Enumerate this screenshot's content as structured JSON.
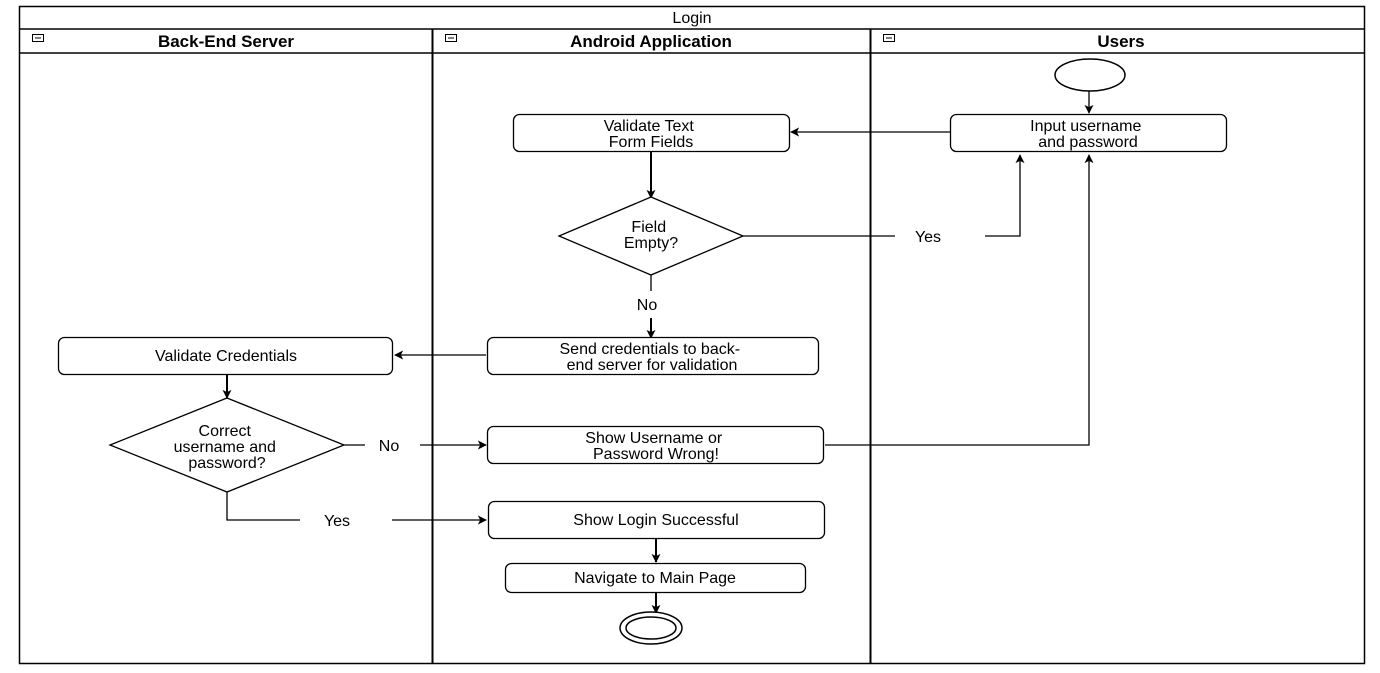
{
  "diagram": {
    "title": "Login",
    "lanes": [
      {
        "id": "server",
        "label": "Back-End Server"
      },
      {
        "id": "android",
        "label": "Android Application"
      },
      {
        "id": "users",
        "label": "Users"
      }
    ],
    "nodes": {
      "input": {
        "lines": [
          "Input username",
          "and password"
        ]
      },
      "validate_fields": {
        "lines": [
          "Validate Text",
          "Form Fields"
        ]
      },
      "field_empty": {
        "lines": [
          "Field",
          "Empty?"
        ]
      },
      "send_credentials": {
        "lines": [
          "Send credentials to back-",
          "end server for validation"
        ]
      },
      "validate_credentials": {
        "lines": [
          "Validate Credentials"
        ]
      },
      "correct_check": {
        "lines": [
          "Correct",
          "username and",
          "password?"
        ]
      },
      "show_wrong": {
        "lines": [
          "Show Username or",
          "Password Wrong!"
        ]
      },
      "show_success": {
        "lines": [
          "Show Login Successful"
        ]
      },
      "navigate": {
        "lines": [
          "Navigate to Main Page"
        ]
      }
    },
    "edge_labels": {
      "empty_yes": "Yes",
      "empty_no": "No",
      "correct_no": "No",
      "correct_yes": "Yes"
    }
  }
}
